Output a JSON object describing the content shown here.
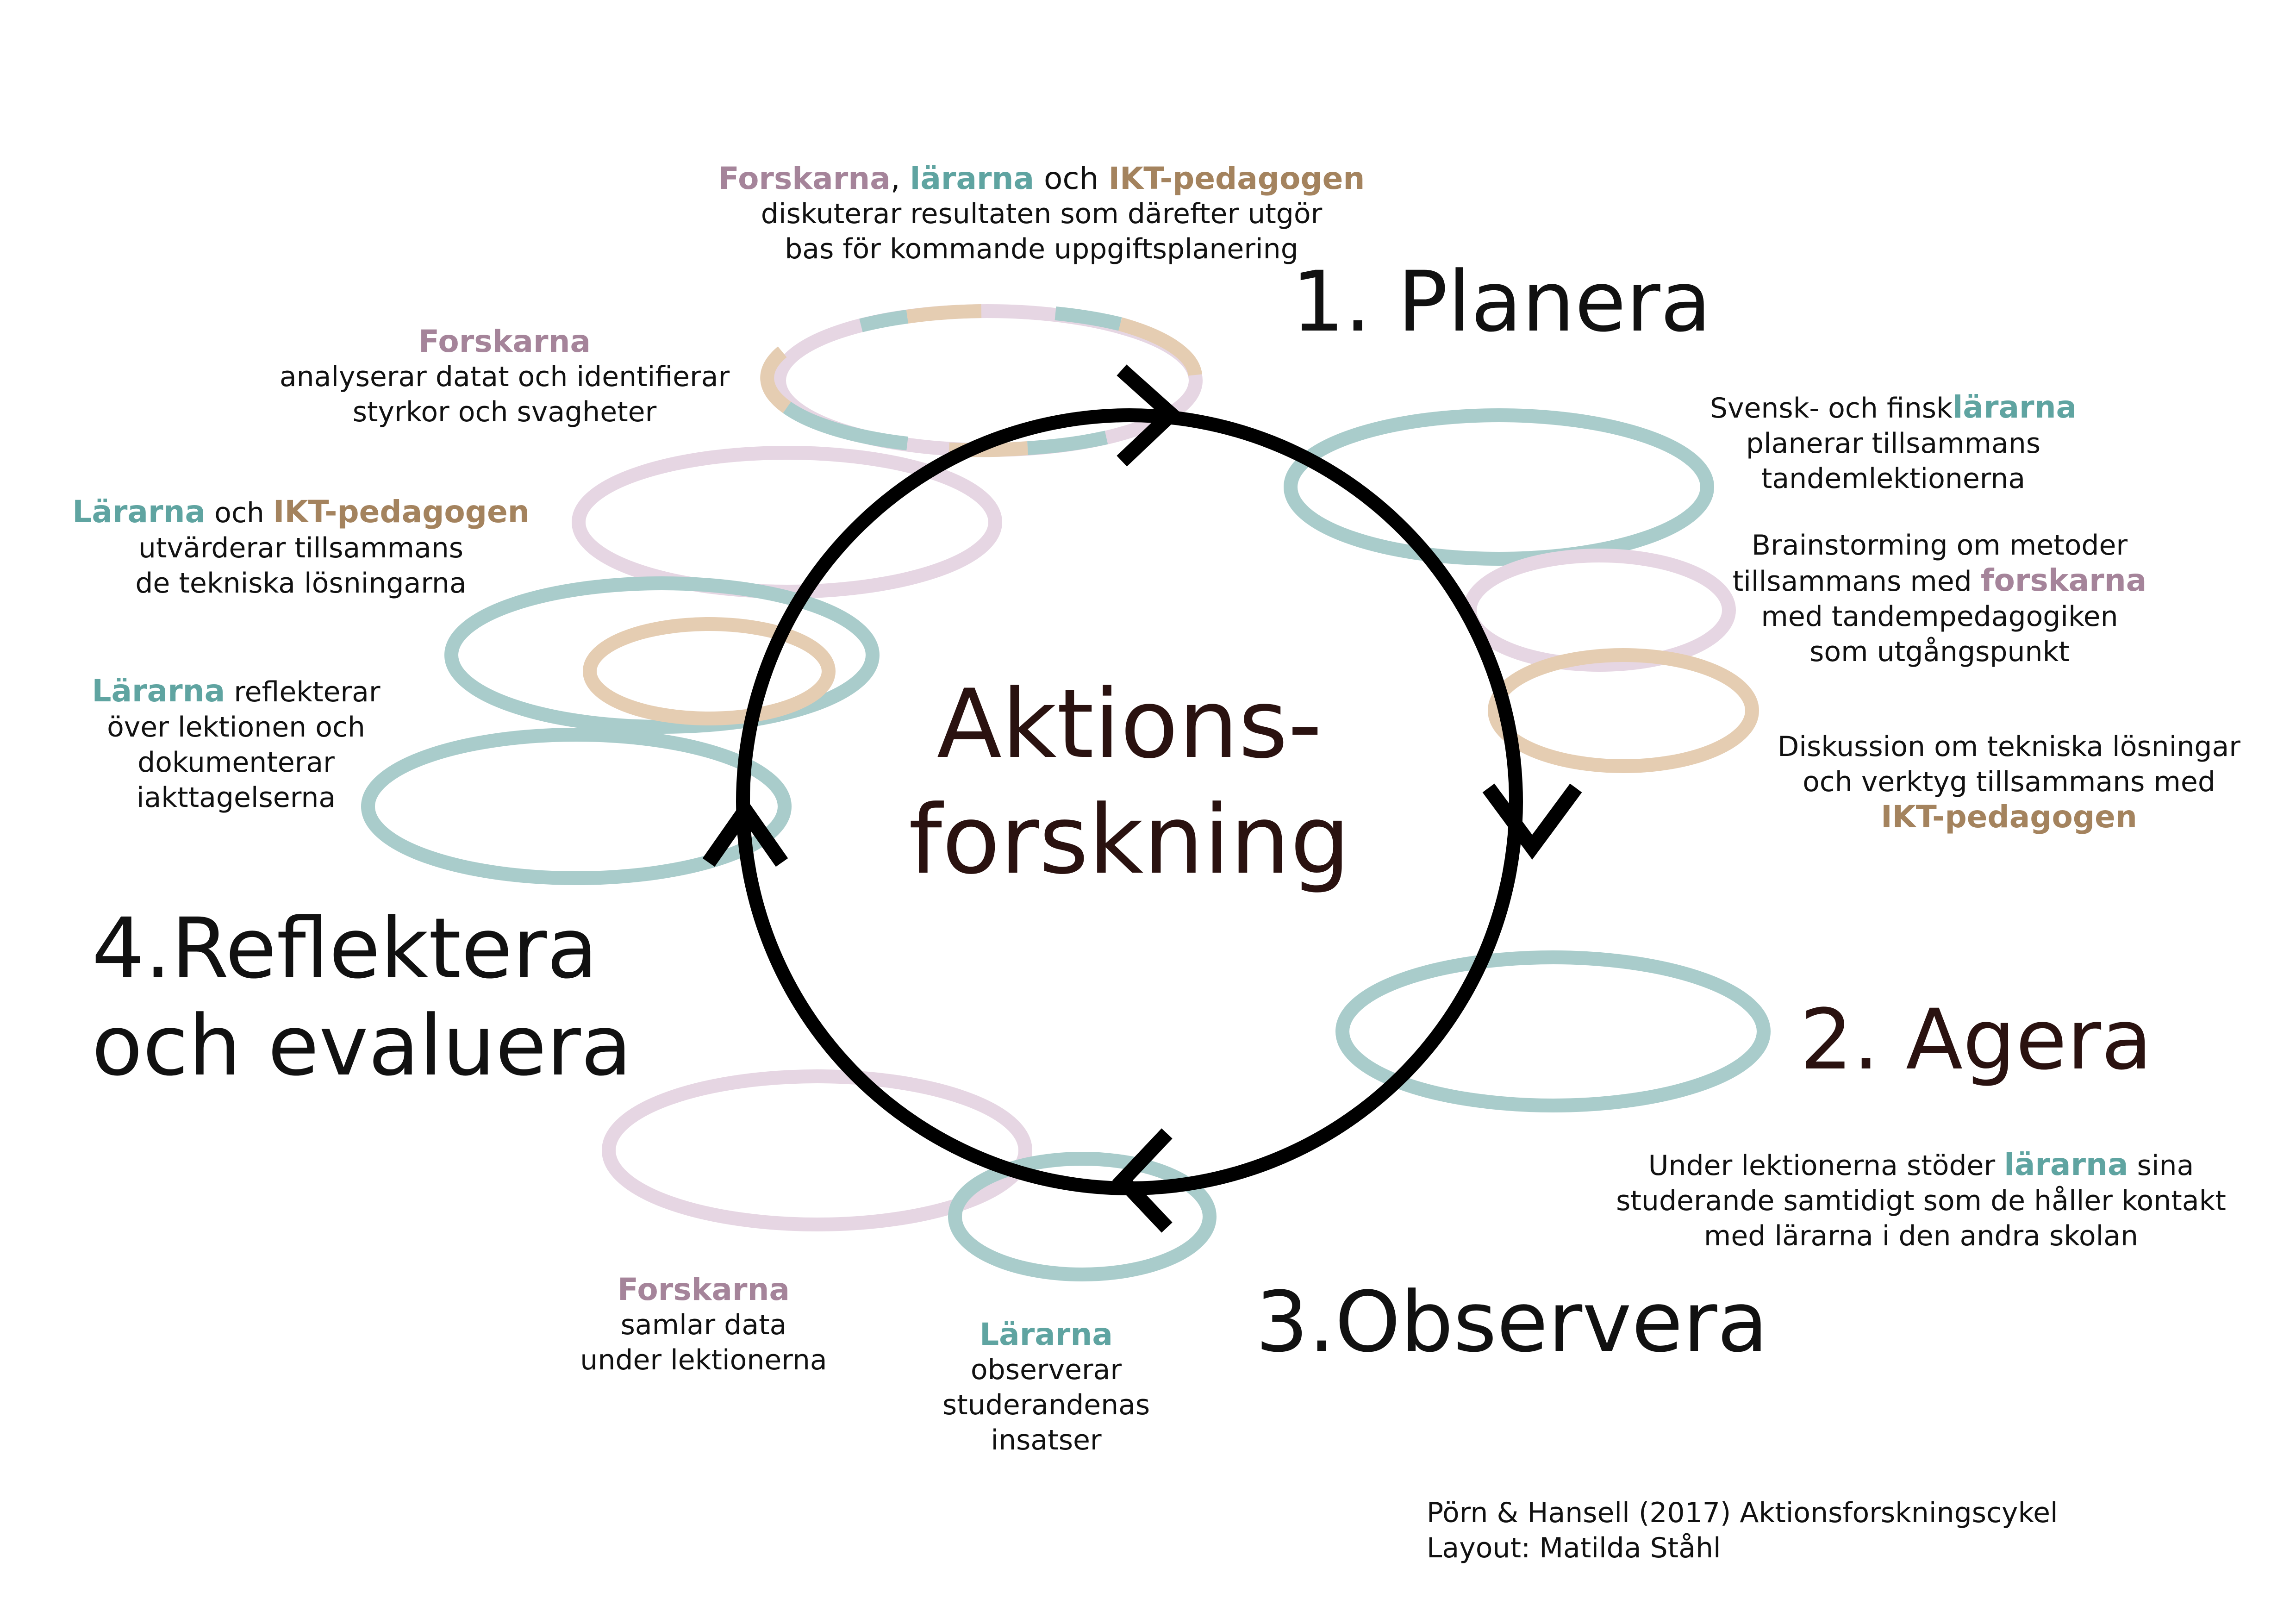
{
  "colors": {
    "forskarna": "#a5849a",
    "lararna": "#5fa4a1",
    "ikt": "#a4835e",
    "ring_teal": "#a9cccb",
    "ring_pink": "#e6d6e3",
    "ring_tan": "#e5cdb2",
    "cycle": "#000000"
  },
  "center": {
    "line1": "Aktions-",
    "line2": "forskning"
  },
  "stages": {
    "planera": "1. Planera",
    "agera": "2. Agera",
    "observera": "3.Observera",
    "reflektera_line1": "4.Reflektera",
    "reflektera_line2": "och evaluera"
  },
  "notes": {
    "top": {
      "actor1": "Forskarna",
      "sep1": ", ",
      "actor2": "lärarna",
      "sep2": " och ",
      "actor3": "IKT-pedagogen",
      "line2": "diskuterar resultaten som därefter utgör",
      "line3": "bas för kommande uppgiftsplanering"
    },
    "analyze": {
      "actor": "Forskarna",
      "line2": "analyserar datat och identifierar",
      "line3": "styrkor och svagheter"
    },
    "evaluate": {
      "actor1": "Lärarna",
      "sep": " och ",
      "actor2": "IKT-pedagogen",
      "line2": "utvärderar tillsammans",
      "line3": "de tekniska lösningarna"
    },
    "reflect": {
      "actor": "Lärarna",
      "rest1": " reflekterar",
      "line2": "över lektionen och",
      "line3": "dokumenterar",
      "line4": "iakttagelserna"
    },
    "plan_teachers": {
      "pre": "Svensk- och finsk",
      "actor": "lärarna",
      "line2": "planerar tillsammans",
      "line3": "tandemlektionerna"
    },
    "brainstorm": {
      "line1": "Brainstorming om metoder",
      "pre2": "tillsammans med ",
      "actor": "forskarna",
      "line3": "med tandempedagogiken",
      "line4": "som utgångspunkt"
    },
    "tech": {
      "line1": "Diskussion om tekniska lösningar",
      "line2": "och verktyg tillsammans med",
      "actor": "IKT-pedagogen"
    },
    "act": {
      "pre": "Under lektionerna stöder ",
      "actor": "lärarna",
      "post": " sina",
      "line2": "studerande samtidigt som de håller kontakt",
      "line3": "med lärarna i den andra skolan"
    },
    "observe_teachers": {
      "actor": "Lärarna",
      "line2": "observerar",
      "line3": "studerandenas",
      "line4": "insatser"
    },
    "collect": {
      "actor": "Forskarna",
      "line2": "samlar data",
      "line3": "under lektionerna"
    }
  },
  "credit": {
    "line1": "Pörn & Hansell (2017) Aktionsforskningscykel",
    "line2": "Layout: Matilda Ståhl"
  }
}
